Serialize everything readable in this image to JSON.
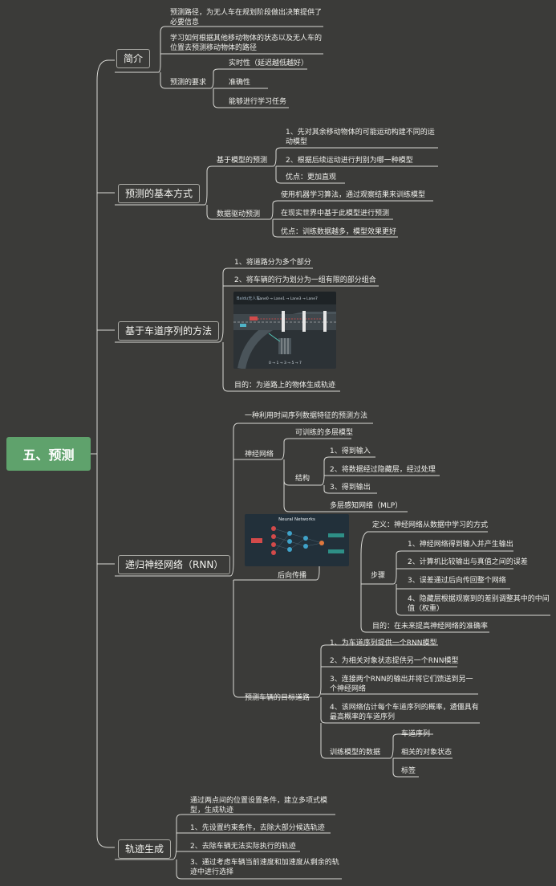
{
  "root": "五、预测",
  "intro": {
    "label": "简介",
    "item1": "预测路径，为无人车在规划阶段做出决策提供了必要信息",
    "item2": "学习如何根据其他移动物体的状态以及无人车的位置去预测移动物体的路径",
    "req_label": "预测的要求",
    "req1": "实时性（延迟越低越好）",
    "req2": "准确性",
    "req3": "能够进行学习任务"
  },
  "basic": {
    "label": "预测的基本方式",
    "model_label": "基于模型的预测",
    "model1": "1、先对其余移动物体的可能运动构建不同的运动模型",
    "model2": "2、根据后续运动进行判别为哪一种模型",
    "model3": "优点：更加直观",
    "data_label": "数据驱动预测",
    "data1": "使用机器学习算法，通过观察结果来训练模型",
    "data2": "在现实世界中基于此模型进行预测",
    "data3": "优点：训练数据越多，模型效果更好"
  },
  "lane": {
    "label": "基于车道序列的方法",
    "item1": "1、将道路分为多个部分",
    "item2": "2、将车辆的行为划分为一组有限的部分组合",
    "image_logo": "Baidu无人车",
    "image_caption": "Lane0 → Lane1 → Lane3 → Lane7",
    "image_bottom": "0 → 1 → 3 → 5 → 7",
    "goal": "目的：为道路上的物体生成轨迹"
  },
  "rnn": {
    "label": "递归神经网络（RNN）",
    "def": "一种利用时间序列数据特征的预测方法",
    "nn_label": "神经网络",
    "nn_trainable": "可训练的多层模型",
    "struct_label": "结构",
    "struct1": "1、得到输入",
    "struct2": "2、将数据经过隐藏层，经过处理",
    "struct3": "3、得到输出",
    "mlp": "多层感知网络（MLP）",
    "nn_image_title": "Neural Networks",
    "bp_label": "后向传播",
    "bp_def": "定义：神经网络从数据中学习的方式",
    "steps_label": "步骤",
    "step1": "1、神经网络得到输入并产生输出",
    "step2": "2、计算机比较输出与真值之间的误差",
    "step3": "3、误差通过后向传回整个网络",
    "step4": "4、隐藏层根据观察到的差别调整其中的中间值（权重）",
    "bp_goal": "目的：在未来提高神经网络的准确率",
    "target_label": "预测车辆的目标道路",
    "target1": "1、为车道序列提供一个RNN模型",
    "target2": "2、为相关对象状态提供另一个RNN模型",
    "target3": "3、连接两个RNN的输出并将它们馈送到另一个神经网络",
    "target4": "4、该网络估计每个车道序列的概率，遴僵具有最高概率的车道序列",
    "train_label": "训练模型的数据",
    "train1": "车道序列",
    "train2": "相关的对象状态",
    "train3": "标签"
  },
  "traj": {
    "label": "轨迹生成",
    "item0": "通过两点间的位置设置条件，建立多项式模型，生成轨迹",
    "item1": "1、先设置约束条件，去除大部分候选轨迹",
    "item2": "2、去除车辆无法实际执行的轨迹",
    "item3": "3、通过考虑车辆当前速度和加速度从剩余的轨迹中进行选择"
  },
  "colors": {
    "background": "#3b3b39",
    "root_fill": "#5fa26c",
    "line": "#d8d8d4"
  }
}
